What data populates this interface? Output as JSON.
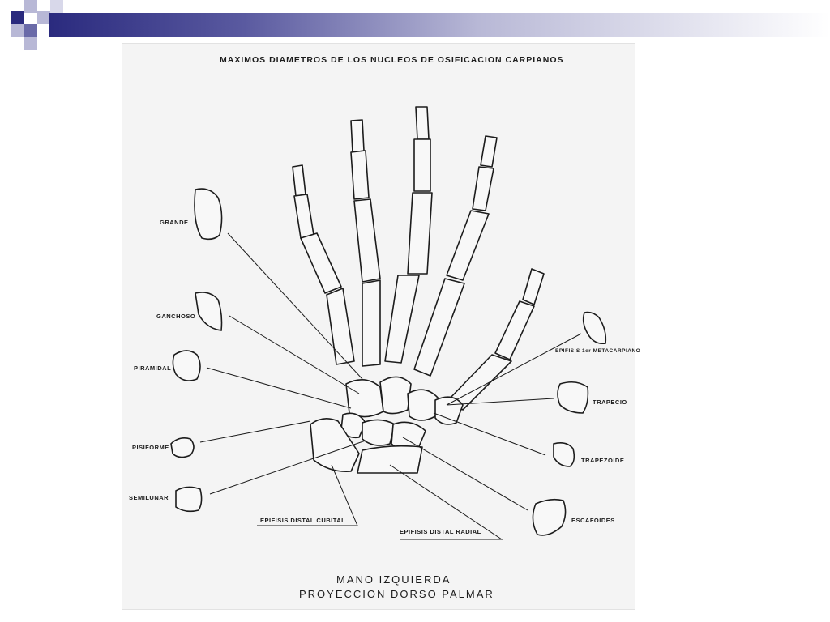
{
  "header": "MAXIMOS DIAMETROS DE LOS NUCLEOS DE OSIFICACION CARPIANOS",
  "labels_left": {
    "grande": "GRANDE",
    "ganchoso": "GANCHOSO",
    "piramidal": "PIRAMIDAL",
    "pisiforme": "PISIFORME",
    "semilunar": "SEMILUNAR"
  },
  "labels_right": {
    "epifisis_metacarpiano": "EPIFISIS 1er METACARPIANO",
    "trapecio": "TRAPECIO",
    "trapezoide": "TRAPEZOIDE",
    "escafoides": "ESCAFOIDES"
  },
  "labels_bottom": {
    "cubital": "EPIFISIS DISTAL CUBITAL",
    "radial": "EPIFISIS DISTAL RADIAL"
  },
  "caption": {
    "line1": "MANO IZQUIERDA",
    "line2": "PROYECCION DORSO PALMAR"
  },
  "colors": {
    "accent_dark": "#2a2a7e",
    "accent_mid": "#6a6aa8",
    "accent_light": "#b8b8d6",
    "ink": "#1c1c1c",
    "paper": "#f4f4f4"
  }
}
